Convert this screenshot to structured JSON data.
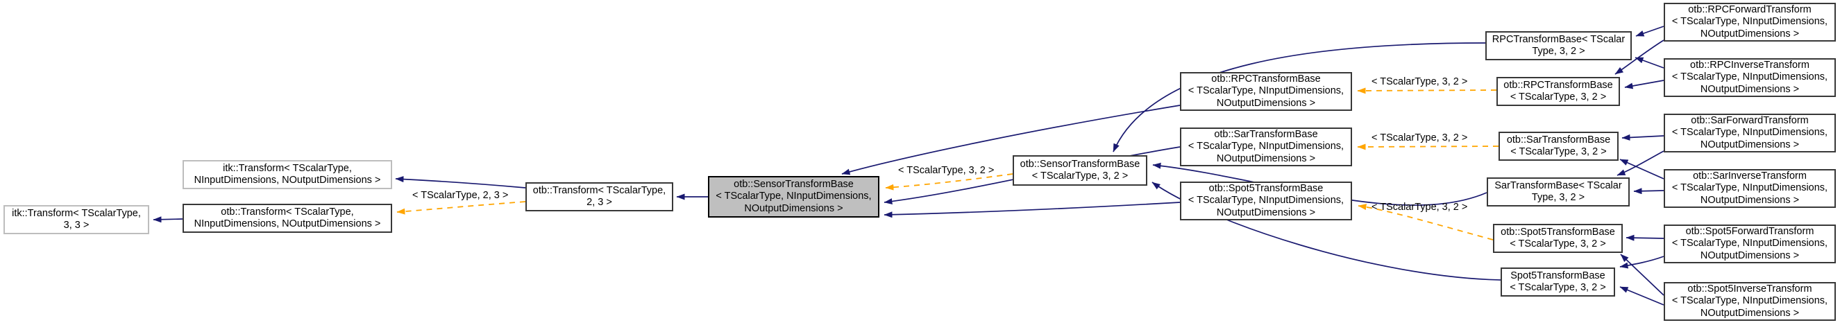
{
  "diagram": {
    "colors": {
      "inheritance_arrow": "#191970",
      "template_instantiation_arrow": "#ffa500",
      "node_border": "#383838",
      "external_node_border": "#bdbdbd",
      "current_node_fill": "#bfbfbf",
      "background": "#ffffff"
    },
    "nodes": [
      {
        "id": "itk-transform-3-3",
        "label": "itk::Transform< TScalarType,\n3, 3 >"
      },
      {
        "id": "itk-transform",
        "label": "itk::Transform< TScalarType,\nNInputDimensions, NOutputDimensions >"
      },
      {
        "id": "otb-transform",
        "label": "otb::Transform< TScalarType,\nNInputDimensions, NOutputDimensions >"
      },
      {
        "id": "otb-transform-2-3",
        "label": "otb::Transform< TScalarType,\n2, 3 >"
      },
      {
        "id": "otb-sensortransformbase",
        "label": "otb::SensorTransformBase\n< TScalarType, NInputDimensions,\nNOutputDimensions >"
      },
      {
        "id": "otb-sensortransformbase-3-2",
        "label": "otb::SensorTransformBase\n< TScalarType, 3, 2 >"
      },
      {
        "id": "otb-rpctransformbase",
        "label": "otb::RPCTransformBase\n< TScalarType, NInputDimensions,\nNOutputDimensions >"
      },
      {
        "id": "otb-sartransformbase",
        "label": "otb::SarTransformBase\n< TScalarType, NInputDimensions,\nNOutputDimensions >"
      },
      {
        "id": "otb-spot5transformbase",
        "label": "otb::Spot5TransformBase\n< TScalarType, NInputDimensions,\nNOutputDimensions >"
      },
      {
        "id": "rpctransformbase-3-2",
        "label": "RPCTransformBase< TScalar\nType, 3, 2 >"
      },
      {
        "id": "otb-rpctransformbase-3-2",
        "label": "otb::RPCTransformBase\n< TScalarType, 3, 2 >"
      },
      {
        "id": "otb-sartransformbase-3-2",
        "label": "otb::SarTransformBase\n< TScalarType, 3, 2 >"
      },
      {
        "id": "sartransformbase-3-2",
        "label": "SarTransformBase< TScalar\nType, 3, 2 >"
      },
      {
        "id": "otb-spot5transformbase-3-2",
        "label": "otb::Spot5TransformBase\n< TScalarType, 3, 2 >"
      },
      {
        "id": "spot5transformbase-3-2",
        "label": "Spot5TransformBase\n< TScalarType, 3, 2 >"
      },
      {
        "id": "otb-rpcforwardtransform",
        "label": "otb::RPCForwardTransform\n< TScalarType, NInputDimensions,\nNOutputDimensions >"
      },
      {
        "id": "otb-rpcinversetransform",
        "label": "otb::RPCInverseTransform\n< TScalarType, NInputDimensions,\nNOutputDimensions >"
      },
      {
        "id": "otb-sarforwardtransform",
        "label": "otb::SarForwardTransform\n< TScalarType, NInputDimensions,\nNOutputDimensions >"
      },
      {
        "id": "otb-sarinversetransform",
        "label": "otb::SarInverseTransform\n< TScalarType, NInputDimensions,\nNOutputDimensions >"
      },
      {
        "id": "otb-spot5forwardtransform",
        "label": "otb::Spot5ForwardTransform\n< TScalarType, NInputDimensions,\nNOutputDimensions >"
      },
      {
        "id": "otb-spot5inversetransform",
        "label": "otb::Spot5InverseTransform\n< TScalarType, NInputDimensions,\nNOutputDimensions >"
      }
    ],
    "edge_labels": [
      {
        "text": "< TScalarType, 2, 3 >"
      },
      {
        "text": "< TScalarType, 3, 2 >"
      },
      {
        "text": "< TScalarType, 3, 2 >"
      },
      {
        "text": "< TScalarType, 3, 2 >"
      },
      {
        "text": "< TScalarType, 3, 2 >"
      }
    ]
  }
}
